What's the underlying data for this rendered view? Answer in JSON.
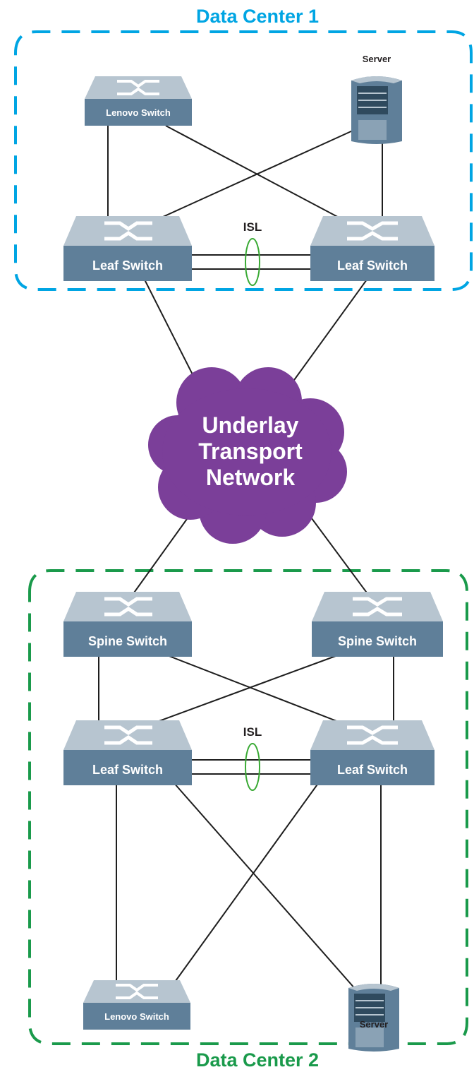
{
  "data_center_1": {
    "title": "Data Center 1",
    "color": "#00a5e3",
    "lenovo_switch_label": "Lenovo Switch",
    "server_label": "Server",
    "leaf_left_label": "Leaf Switch",
    "leaf_right_label": "Leaf Switch",
    "isl_label": "ISL"
  },
  "underlay": {
    "line1": "Underlay",
    "line2": "Transport",
    "line3": "Network",
    "color": "#7b3f99"
  },
  "data_center_2": {
    "title": "Data Center 2",
    "color": "#1a9a4b",
    "spine_left_label": "Spine Switch",
    "spine_right_label": "Spine Switch",
    "leaf_left_label": "Leaf Switch",
    "leaf_right_label": "Leaf Switch",
    "isl_label": "ISL",
    "lenovo_switch_label": "Lenovo Switch",
    "server_label": "Server"
  },
  "colors": {
    "switch_body": "#5f7f99",
    "switch_top": "#b7c5d0",
    "isl_ring": "#3aaa35",
    "link": "#1e1e1e"
  }
}
